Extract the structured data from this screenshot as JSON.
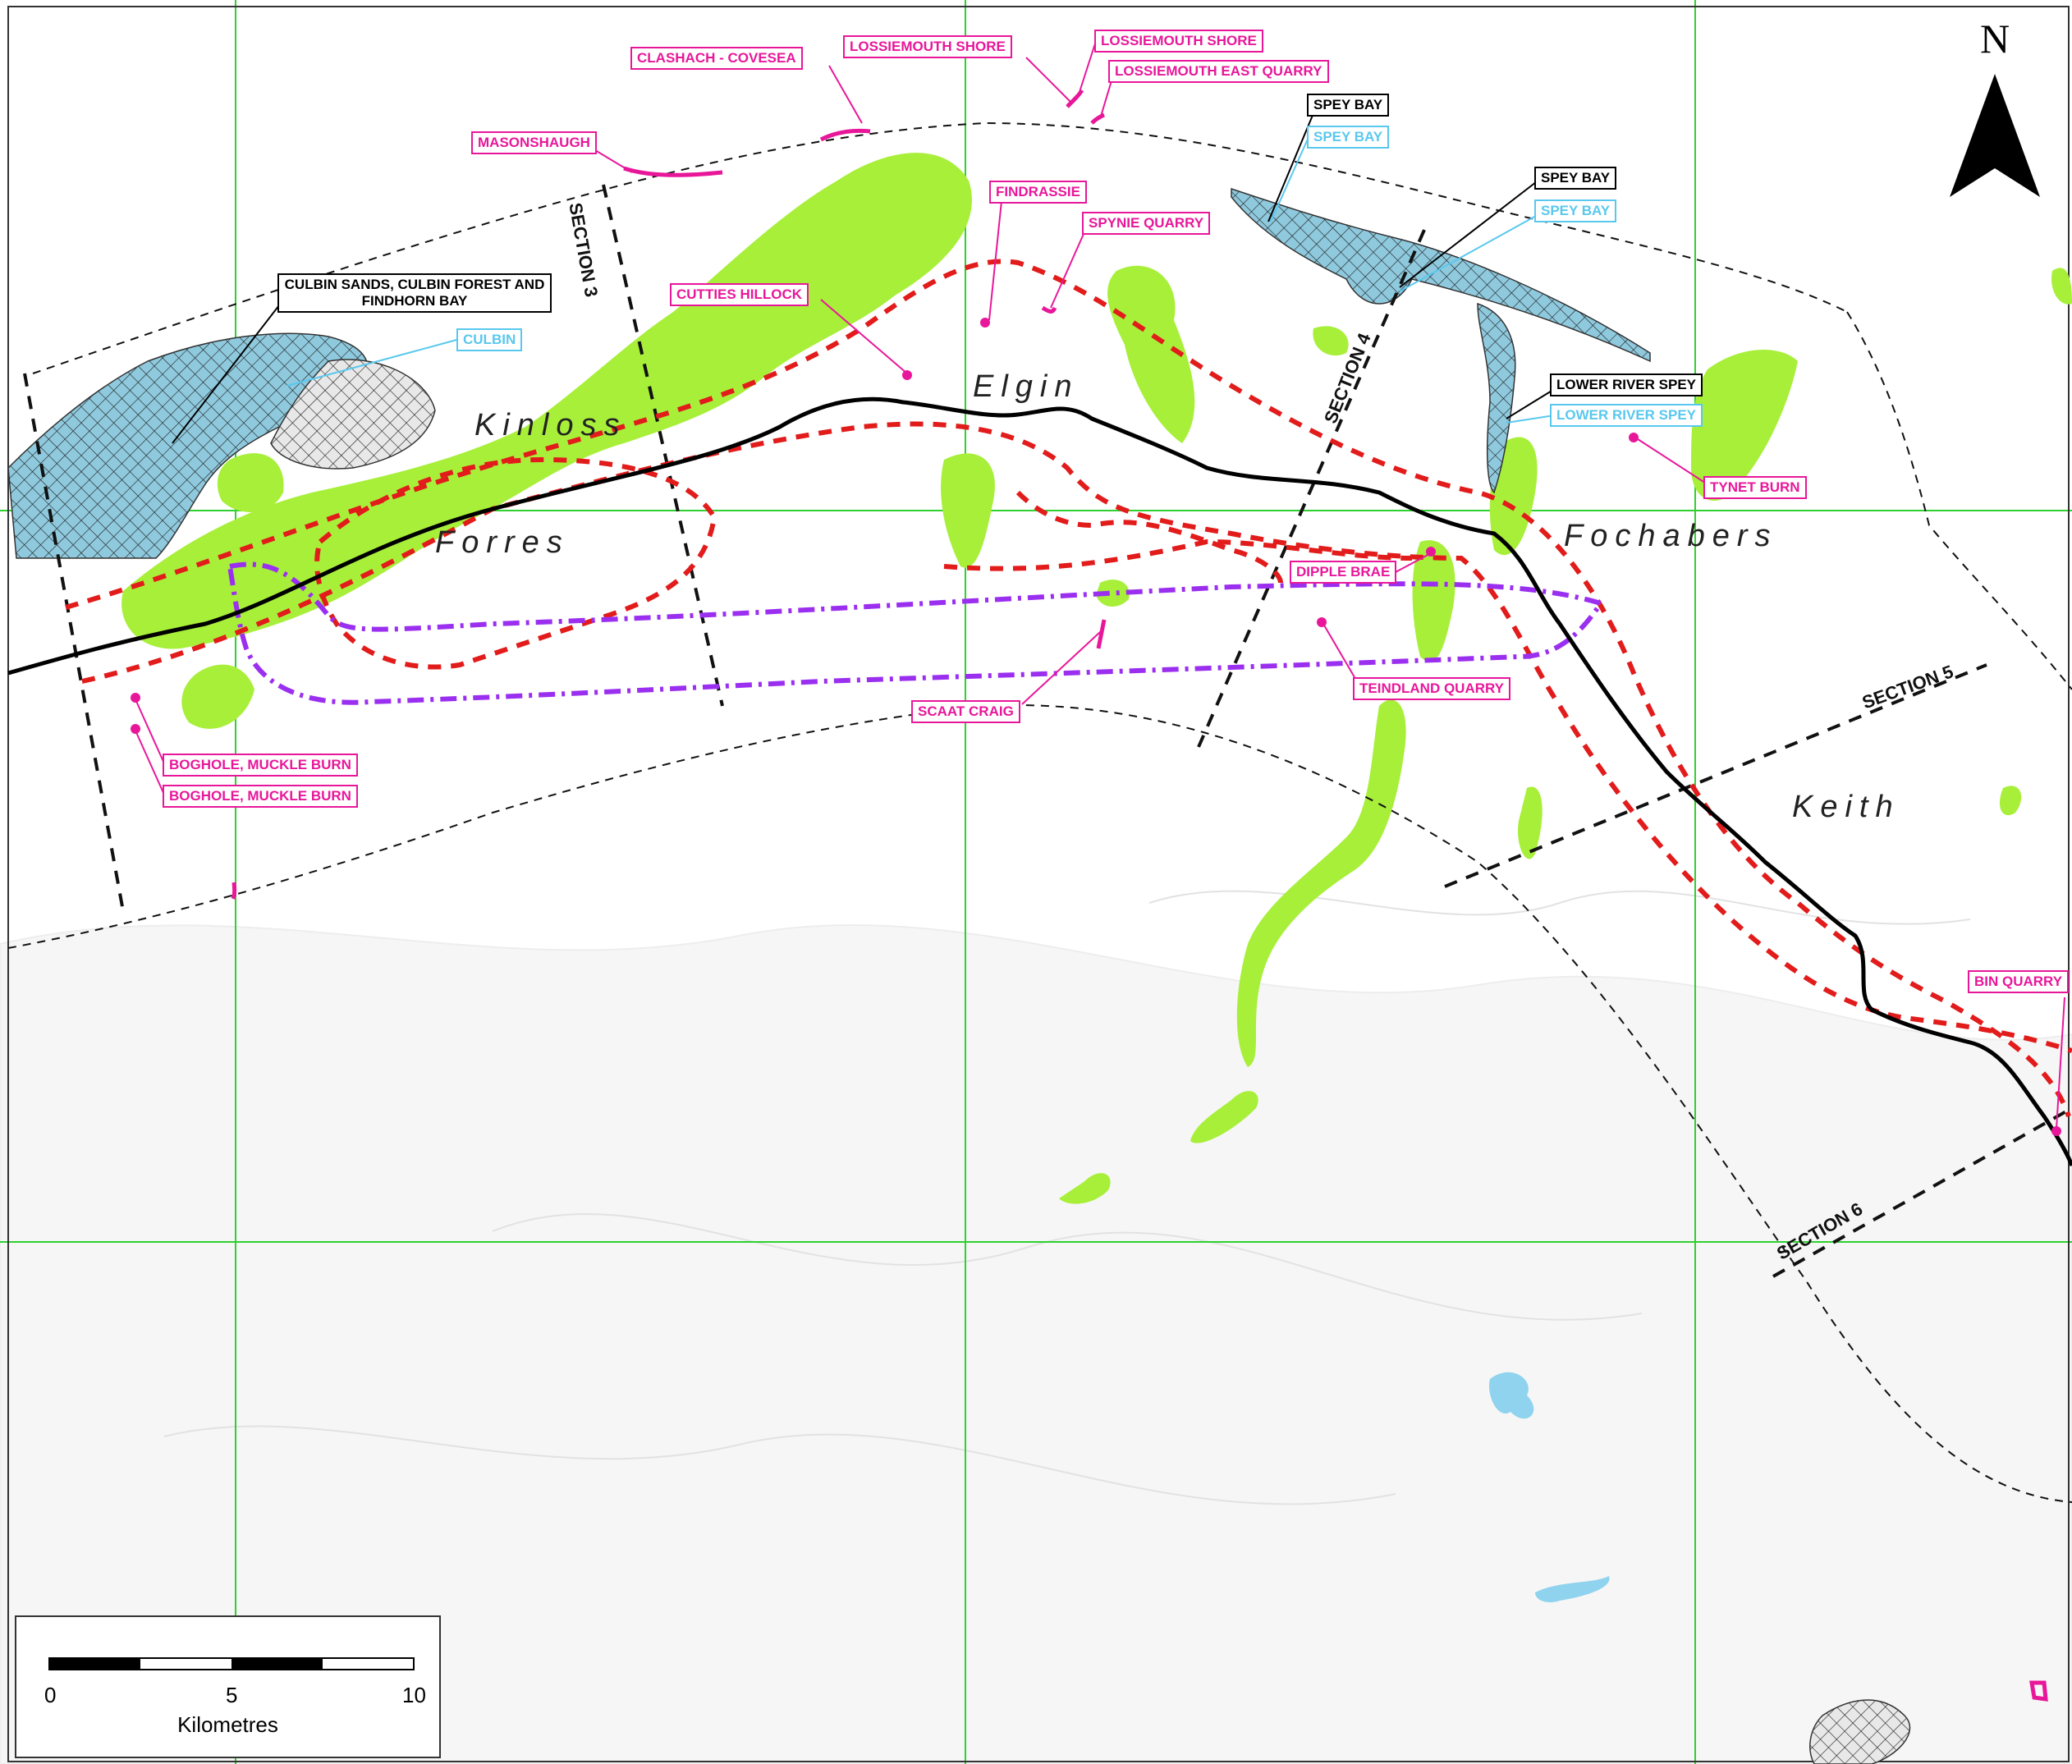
{
  "colors": {
    "grid": "#2fd02f",
    "vegetation": "#a8ef3a",
    "water": "#8fc9dd",
    "site": "#e8179a",
    "corridor_red": "#e21b1b",
    "corridor_purple": "#9b2ff0",
    "route": "#000000"
  },
  "north_arrow": {
    "letter": "N"
  },
  "towns": {
    "kinloss": "Kinloss",
    "forres": "Forres",
    "elgin": "Elgin",
    "fochabers": "Fochabers",
    "keith": "Keith"
  },
  "sections": {
    "s3": "SECTION 3",
    "s4": "SECTION 4",
    "s5": "SECTION 5",
    "s6": "SECTION 6"
  },
  "labels": {
    "clashach": "CLASHACH - COVESEA",
    "lossiemouth_shore_1": "LOSSIEMOUTH SHORE",
    "lossiemouth_shore_2": "LOSSIEMOUTH SHORE",
    "lossiemouth_east_quarry": "LOSSIEMOUTH EAST QUARRY",
    "masonshaugh": "MASONSHAUGH",
    "findrassie": "FINDRASSIE",
    "spynie_quarry": "SPYNIE QUARRY",
    "cutties_hillock": "CUTTIES HILLOCK",
    "culbin_sands": "CULBIN SANDS, CULBIN FOREST AND FINDHORN BAY",
    "culbin": "CULBIN",
    "spey_bay_black_1": "SPEY BAY",
    "spey_bay_blue_1": "SPEY BAY",
    "spey_bay_black_2": "SPEY BAY",
    "spey_bay_blue_2": "SPEY BAY",
    "lower_river_spey_black": "LOWER RIVER SPEY",
    "lower_river_spey_blue": "LOWER RIVER SPEY",
    "tynet_burn": "TYNET BURN",
    "dipple_brae": "DIPPLE BRAE",
    "teindland_quarry": "TEINDLAND QUARRY",
    "scaat_craig": "SCAAT CRAIG",
    "boghole_1": "BOGHOLE, MUCKLE BURN",
    "boghole_2": "BOGHOLE, MUCKLE BURN",
    "bin_quarry": "BIN QUARRY"
  },
  "scale": {
    "ticks": [
      "0",
      "5",
      "10"
    ],
    "unit": "Kilometres"
  }
}
